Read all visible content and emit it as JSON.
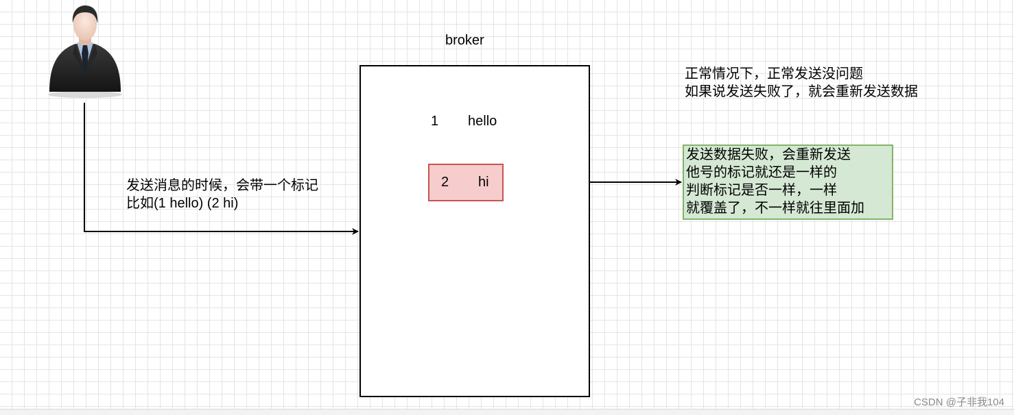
{
  "broker": {
    "title": "broker"
  },
  "messages": [
    {
      "id": "1",
      "text": "hello"
    },
    {
      "id": "2",
      "text": "hi"
    }
  ],
  "notes": {
    "send": [
      "发送消息的时候，会带一个标记",
      "比如(1    hello)  (2     hi)"
    ],
    "normal": [
      "正常情况下，正常发送没问题",
      "如果说发送失败了，就会重新发送数据"
    ],
    "resend": [
      "发送数据失败，会重新发送",
      "他号的标记就还是一样的",
      "判断标记是否一样，一样",
      "就覆盖了，不一样就往里面加"
    ]
  },
  "watermark": "CSDN @子非我104",
  "colors": {
    "highlight_fill": "#f7cccc",
    "highlight_stroke": "#c75450",
    "note_fill": "#d5e8d4",
    "note_stroke": "#82b366"
  },
  "icons": {
    "user": "businessman-icon"
  }
}
